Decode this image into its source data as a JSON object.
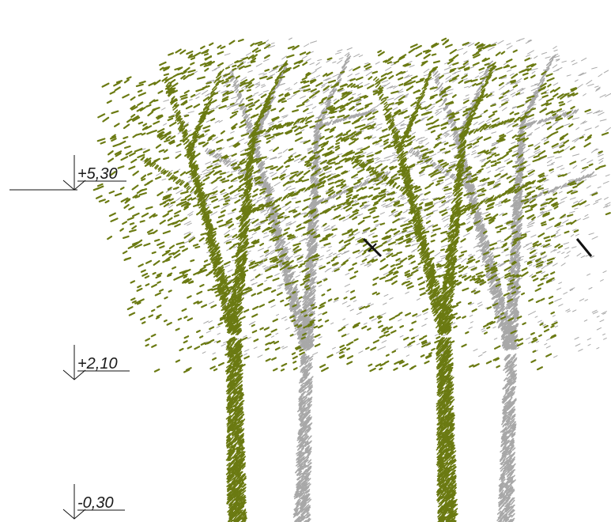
{
  "drawing": {
    "levels": [
      {
        "label": "+5,30"
      },
      {
        "label": "+2,10"
      },
      {
        "label": "-0,30"
      }
    ],
    "trees": [
      {
        "style": "foreground",
        "color": "#6b7a12"
      },
      {
        "style": "background",
        "color": "#a8a8a8"
      },
      {
        "style": "foreground",
        "color": "#6b7a12"
      },
      {
        "style": "background",
        "color": "#a8a8a8"
      }
    ],
    "annotation_color": "#111111"
  }
}
